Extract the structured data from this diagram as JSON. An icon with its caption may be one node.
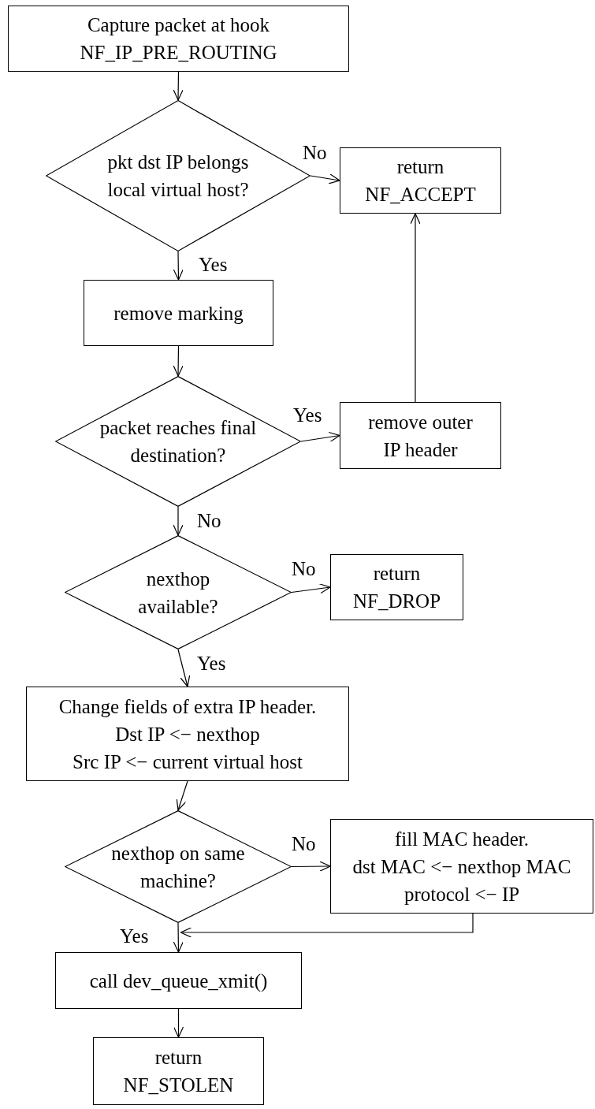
{
  "diagram": {
    "nodes": [
      {
        "text": [
          "Capture packet at hook NF_IP_PRE_ROUTING"
        ]
      },
      {
        "text": [
          "pkt dst IP belongs local virtual host?"
        ]
      },
      {
        "text": [
          "return NF_ACCEPT"
        ]
      },
      {
        "text": [
          "remove marking"
        ]
      },
      {
        "text": [
          "packet reaches final destination?"
        ]
      },
      {
        "text": [
          "remove outer IP header"
        ]
      },
      {
        "text": [
          "nexthop available?"
        ]
      },
      {
        "text": [
          "return NF_DROP"
        ]
      },
      {
        "text": [
          "Change fields of extra IP header.",
          "Dst IP <− nexthop",
          "Src IP <− current virtual host"
        ]
      },
      {
        "text": [
          "nexthop on same machine?"
        ]
      },
      {
        "text": [
          "fill MAC header.",
          "dst MAC <− nexthop MAC",
          "protocol <− IP"
        ]
      },
      {
        "text": [
          "call dev_queue_xmit()"
        ]
      },
      {
        "text": [
          "return NF_STOLEN"
        ]
      }
    ],
    "edges": [
      {
        "from": 0,
        "to": 1,
        "arrow": "to"
      },
      {
        "from": 1,
        "to": 2,
        "arrow": "to",
        "label": "No"
      },
      {
        "from": 1,
        "to": 3,
        "arrow": "to",
        "label": "Yes"
      },
      {
        "from": 3,
        "to": 4,
        "arrow": "to"
      },
      {
        "from": 4,
        "to": 5,
        "arrow": "to",
        "label": "Yes"
      },
      {
        "from": 5,
        "to": 2,
        "arrow": "to"
      },
      {
        "from": 4,
        "to": 6,
        "arrow": "to",
        "label": "No"
      },
      {
        "from": 6,
        "to": 7,
        "arrow": "to",
        "label": "No"
      },
      {
        "from": 6,
        "to": 8,
        "arrow": "to",
        "label": "Yes"
      },
      {
        "from": 8,
        "to": 9,
        "arrow": "to"
      },
      {
        "from": 9,
        "to": 10,
        "arrow": "to",
        "label": "No"
      },
      {
        "from": 9,
        "to": 11,
        "arrow": "to",
        "label": "Yes"
      },
      {
        "from": 10,
        "to": 11,
        "arrow": "to"
      },
      {
        "from": 11,
        "to": 12,
        "arrow": "to"
      }
    ]
  }
}
